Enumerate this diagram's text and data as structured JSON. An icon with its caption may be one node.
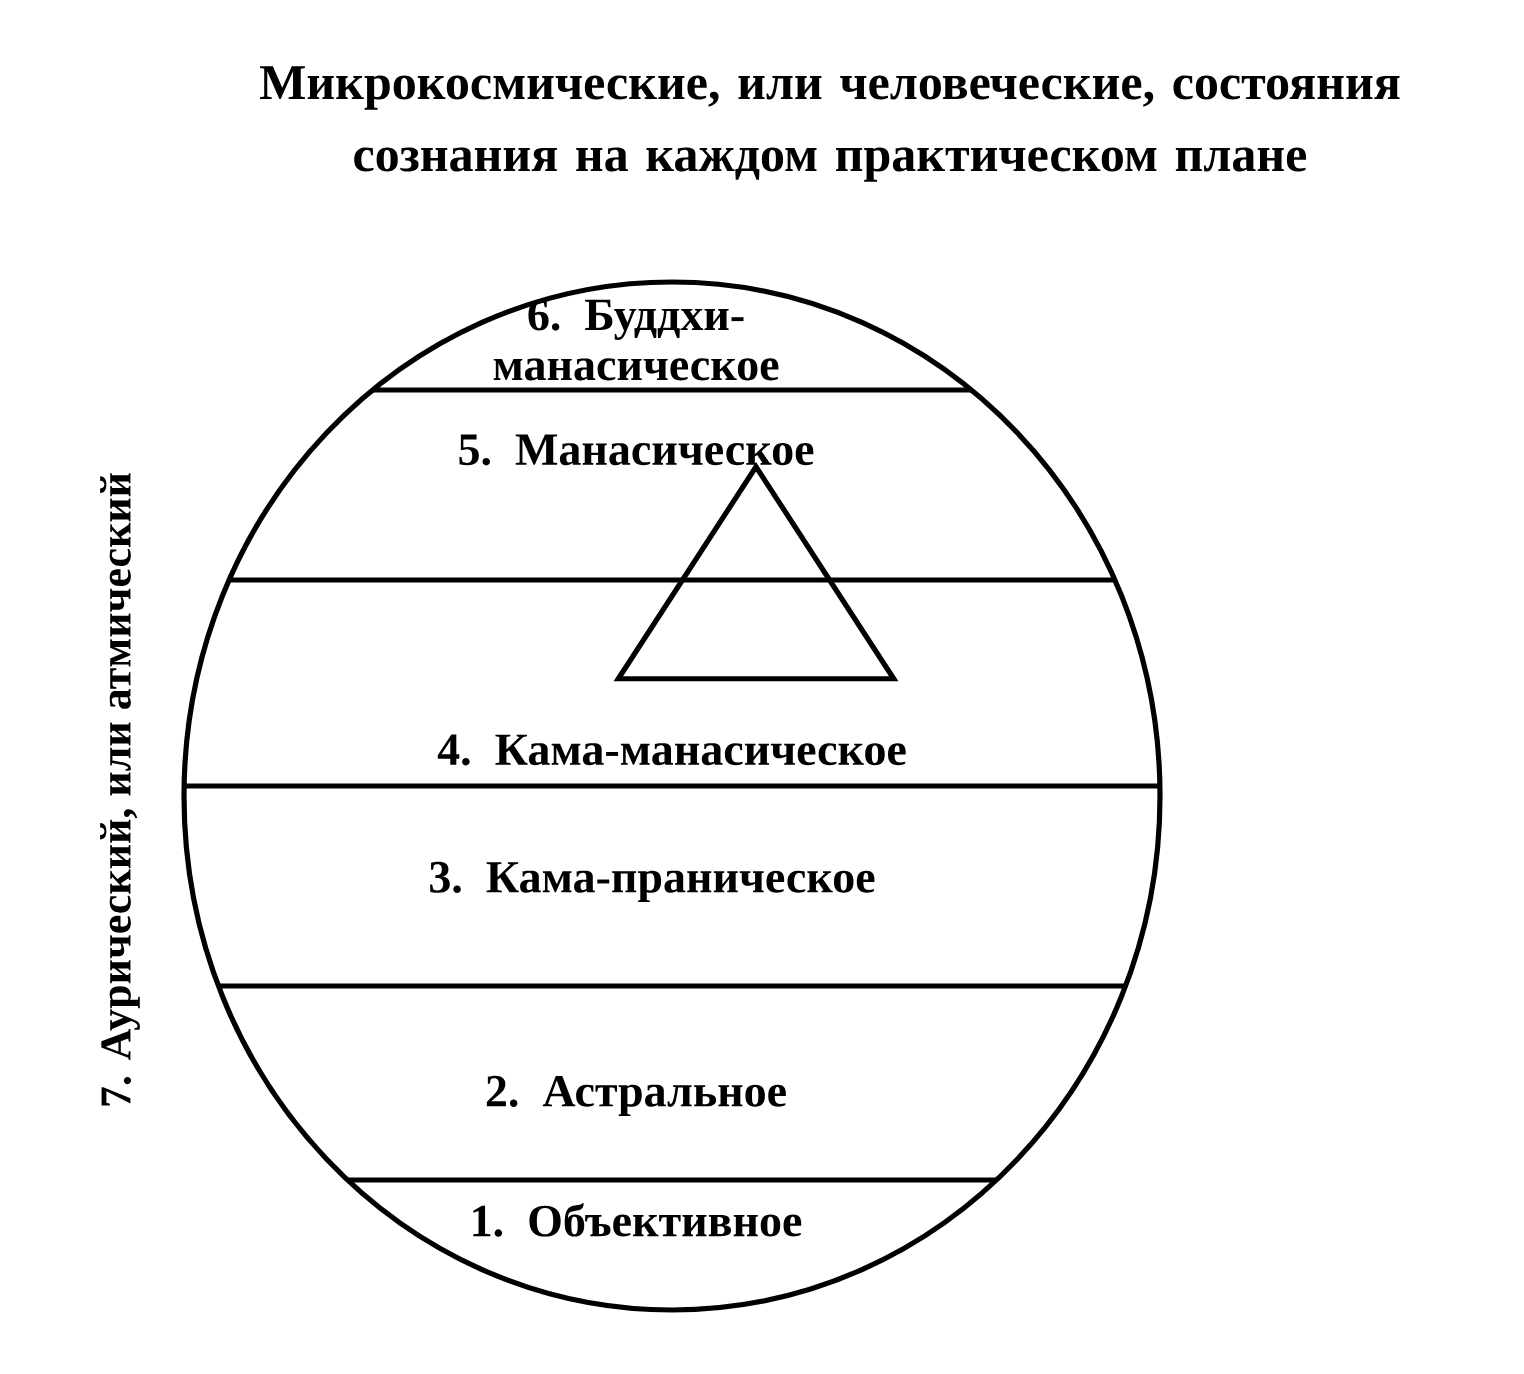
{
  "diagram": {
    "title": "Микрокосмические, или человеческие, состояния сознания на каждом практическом плане",
    "nodes": [
      {
        "text": [
          "7. Аурический, или атмический"
        ]
      },
      {
        "text": [
          "6. Буддхи-манасическое"
        ],
        "in": 0
      },
      {
        "text": [
          "5. Манасическое"
        ],
        "in": 0
      },
      {
        "text": [
          "4. Кама-манасическое"
        ],
        "in": 0
      },
      {
        "text": [
          "3. Кама-праническое"
        ],
        "in": 0
      },
      {
        "text": [
          "2. Астральное"
        ],
        "in": 0
      },
      {
        "text": [
          "1. Объективное"
        ],
        "in": 0
      },
      {
        "text": [],
        "shape": "triangle",
        "in": 0
      }
    ],
    "edges": []
  }
}
